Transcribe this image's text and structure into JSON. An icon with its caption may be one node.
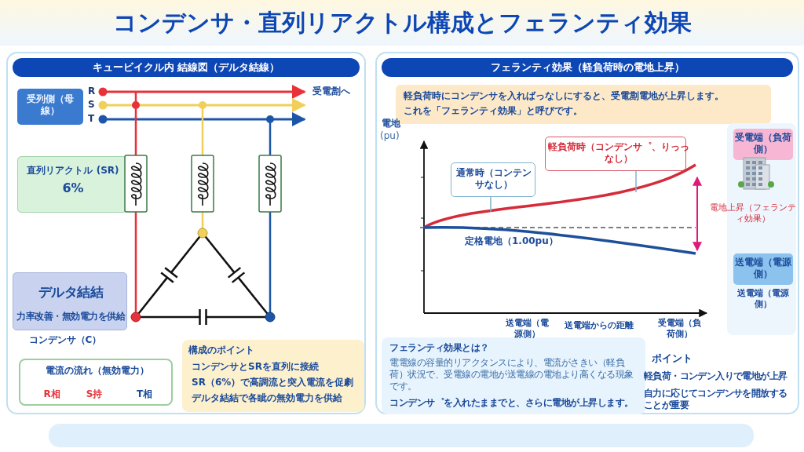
{
  "diagram": {
    "title": "コンデンサ・直列リアクトル構成とフェランティ効果",
    "nodes": [
      {
        "text": [
          "キュービイクル内 結線図（デルタ結線）"
        ]
      },
      {
        "text": [
          "受列側（母線）"
        ],
        "in": 0
      },
      {
        "text": [
          "直列リアクトル (SR)",
          "6%"
        ],
        "in": 0
      },
      {
        "text": [
          "デルタ結結",
          "力率改善・無効電力を供給"
        ],
        "in": 0,
        "beside": [
          "コンデンサ（C）"
        ]
      },
      {
        "text": [
          "電流の流れ（無効電力）",
          "R相",
          "S持",
          "T相"
        ],
        "in": 0
      },
      {
        "text": [
          "構成のポイント",
          "コンデンサとSRを直列に接続",
          "SR（6%）で高調流と突入電流を促劇",
          "デルタ結結で各眦の無効電力を供給"
        ],
        "in": 0
      },
      {
        "text": [
          "フェランティ効果（軽負荷時の電地上昇）"
        ]
      },
      {
        "text": [
          "軽負荷時にコンデンサを入ればっなしにすると、受電劏電地が上昇します。",
          "これを「フェランティ効果」と呼びです。"
        ],
        "in": 6
      },
      {
        "text": [
          "通常時（コンテンサなし）"
        ],
        "in": 6
      },
      {
        "text": [
          "軽負荷時（コンデンサ゜、りっっなし）"
        ],
        "in": 6
      },
      {
        "text": [],
        "shape": "box",
        "in": 6
      },
      {
        "text": [
          "受電端（負荷側）"
        ],
        "in": 10
      },
      {
        "text": [
          "送電端（電源側）"
        ],
        "in": 10,
        "beside": [
          "送電端（電源側）"
        ]
      },
      {
        "text": [
          "フェランティ効果とは？",
          "電電線の容量的リアクタンスにより、電流がさきい（軽負荷）状況で、受電線の電地が送電線の電地より高くなる現象です。",
          "コンデンサ゜を入れたままでと、さらに電地が上昇します。"
        ],
        "in": 6
      }
    ],
    "edges": [
      {
        "from": 8,
        "to": null,
        "arrow": "none"
      },
      {
        "from": 9,
        "to": null,
        "arrow": "none"
      }
    ],
    "labels": [
      "R",
      "S",
      "T",
      "受電劏へ",
      "電地",
      "(pu)",
      "電地上昇（フェランティ効果）",
      "定格電地（1.00pu）",
      "送電端（電源側）",
      "送電端からの距離",
      "受電端（負荷側）",
      "ポイント",
      "軽負荷・コンデン入りで電地が上昇",
      "自力に応じてコンデンサを開放することが重要"
    ]
  }
}
